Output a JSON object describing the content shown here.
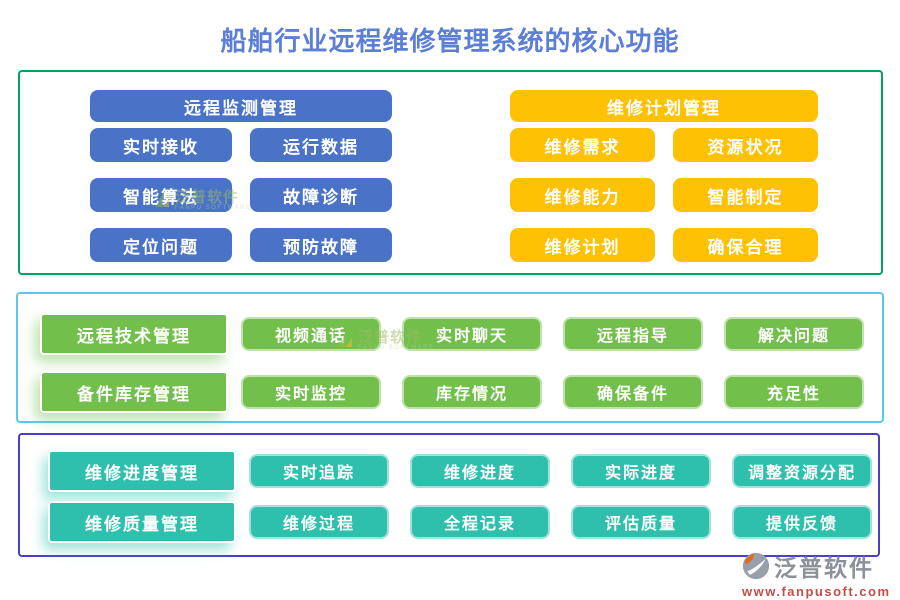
{
  "title": "船舶行业远程维修管理系统的核心功能",
  "colors": {
    "title": "#5b7ed7",
    "blue_button": "#4a73c8",
    "yellow_button": "#ffc103",
    "green_button": "#72bf4b",
    "teal_button": "#2fc0ad",
    "panel1_border": "#00a45f",
    "panel2_border": "#5ac8f5",
    "panel3_border": "#4b3ec9"
  },
  "section1": {
    "left": {
      "header": "远程监测管理",
      "items": [
        "实时接收",
        "运行数据",
        "智能算法",
        "故障诊断",
        "定位问题",
        "预防故障"
      ]
    },
    "right": {
      "header": "维修计划管理",
      "items": [
        "维修需求",
        "资源状况",
        "维修能力",
        "智能制定",
        "维修计划",
        "确保合理"
      ]
    }
  },
  "section2": {
    "rows": [
      {
        "label": "远程技术管理",
        "items": [
          "视频通话",
          "实时聊天",
          "远程指导",
          "解决问题"
        ]
      },
      {
        "label": "备件库存管理",
        "items": [
          "实时监控",
          "库存情况",
          "确保备件",
          "充足性"
        ]
      }
    ]
  },
  "section3": {
    "rows": [
      {
        "label": "维修进度管理",
        "items": [
          "实时追踪",
          "维修进度",
          "实际进度",
          "调整资源分配"
        ]
      },
      {
        "label": "维修质量管理",
        "items": [
          "维修过程",
          "全程记录",
          "评估质量",
          "提供反馈"
        ]
      }
    ]
  },
  "watermark": {
    "name": "泛普软件",
    "sub": "FANPU SOFTWARE"
  },
  "logo": {
    "name": "泛普软件",
    "url": "www.fanpusoft.com"
  }
}
